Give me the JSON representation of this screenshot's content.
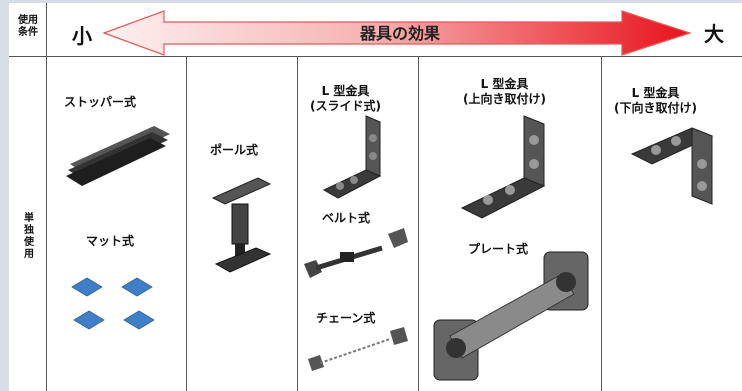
{
  "header": {
    "condition_label_1": "使用",
    "condition_label_2": "条件",
    "small_label": "小",
    "large_label": "大",
    "arrow_label": "器具の効果"
  },
  "row": {
    "label_chars": [
      "単",
      "独",
      "使",
      "用"
    ]
  },
  "items": {
    "stopper": "ストッパー式",
    "mat": "マット式",
    "pole": "ポール式",
    "l_slide_1": "L 型金具",
    "l_slide_2": "(スライド式)",
    "belt": "ベルト式",
    "chain": "チェーン式",
    "l_up_1": "L 型金具",
    "l_up_2": "(上向き取付け)",
    "plate": "プレート式",
    "l_down_1": "L 型金具",
    "l_down_2": "(下向き取付け)"
  },
  "colors": {
    "arrow_left": "#fbe4e4",
    "arrow_right": "#e8121a",
    "mat_blue": "#3f7fc8"
  }
}
